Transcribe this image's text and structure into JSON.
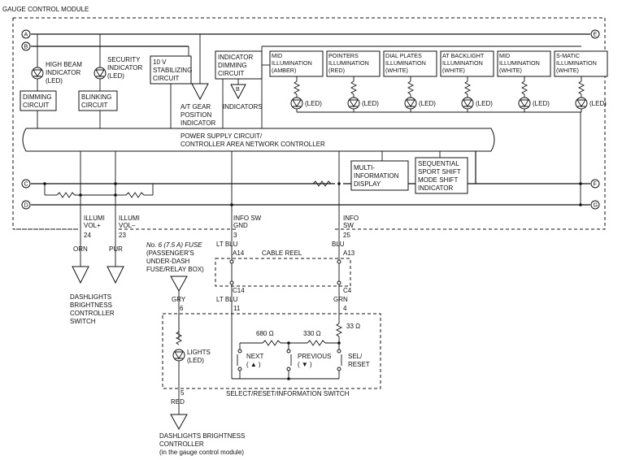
{
  "title": "GAUGE CONTROL MODULE",
  "nodes": {
    "A": "A",
    "B": "B",
    "C": "C",
    "D": "D",
    "E": "E",
    "F": "F",
    "G": "G"
  },
  "left_indicators": [
    {
      "lines": [
        "HIGH BEAM",
        "INDICATOR",
        "(LED)"
      ]
    },
    {
      "lines": [
        "SECURITY",
        "INDICATOR",
        "(LED)"
      ]
    }
  ],
  "dimming_circuit": [
    "DIMMING",
    "CIRCUIT"
  ],
  "blinking_circuit": [
    "BLINKING",
    "CIRCUIT"
  ],
  "stabilizing_circuit": [
    "10 V",
    "STABILIZING",
    "CIRCUIT"
  ],
  "indicator_dimming": [
    "INDICATOR",
    "DIMMING",
    "CIRCUIT"
  ],
  "at_gear": [
    "A/T GEAR",
    "POSITION",
    "INDICATOR"
  ],
  "indicators_label": "INDICATORS",
  "tri_b_label": "B",
  "illuminations": [
    {
      "lines": [
        "MID",
        "ILLUMINATION",
        "(AMBER)"
      ],
      "led": "(LED)"
    },
    {
      "lines": [
        "POINTERS",
        "ILLUMINATION",
        "(RED)"
      ],
      "led": "(LED)"
    },
    {
      "lines": [
        "DIAL PLATES",
        "ILLUMINATION",
        "(WHITE)"
      ],
      "led": "(LED)"
    },
    {
      "lines": [
        "AT BACKLIGHT",
        "ILLUMINATION",
        "(WHITE)"
      ],
      "led": "(LED)"
    },
    {
      "lines": [
        "MID",
        "ILLUMINATION",
        "(WHITE)"
      ],
      "led": "(LED)"
    },
    {
      "lines": [
        "S-MATIC",
        "ILLUMINATION",
        "(WHITE)"
      ],
      "led": "(LED)"
    }
  ],
  "power_supply": [
    "POWER SUPPLY CIRCUIT/",
    "CONTROLLER AREA NETWORK CONTROLLER"
  ],
  "multi_info": [
    "MULTI-",
    "INFORMATION",
    "DISPLAY"
  ],
  "sequential": [
    "SEQUENTIAL",
    "SPORT SHIFT",
    "MODE SHIFT",
    "INDICATOR"
  ],
  "pins": {
    "illumi_plus": {
      "name": [
        "ILLUMI",
        "VOL+"
      ],
      "num": "24",
      "wire": "ORN"
    },
    "illumi_minus": {
      "name": [
        "ILLUMI",
        "VOL–"
      ],
      "num": "23",
      "wire": "PUR"
    },
    "info_gnd": {
      "name": [
        "INFO SW",
        "GND"
      ],
      "num": "3",
      "wire": "LT BLU"
    },
    "info_sw": {
      "name": [
        "INFO",
        "SW"
      ],
      "num": "25",
      "wire": "BLU"
    }
  },
  "fuse": [
    "No. 6 (7.5 A) FUSE",
    "(PASSENGER'S",
    "UNDER-DASH",
    "FUSE/RELAY BOX)"
  ],
  "cable_reel": {
    "label": "CABLE REEL",
    "a14": "A14",
    "a13": "A13",
    "c14": "C14",
    "c4": "C4"
  },
  "lower_wires": {
    "gry": "GRY",
    "ltblu": "LT BLU",
    "grn": "GRN"
  },
  "lower_pins": {
    "p6": "6",
    "p11": "11",
    "p4": "4",
    "p5": "5"
  },
  "dashlights_switch": [
    "DASHLIGHTS",
    "BRIGHTNESS",
    "CONTROLLER",
    "SWITCH"
  ],
  "switch": {
    "r680": "680 Ω",
    "r330": "330 Ω",
    "r33": "33 Ω",
    "next": [
      "NEXT",
      "( ▲ )"
    ],
    "previous": [
      "PREVIOUS",
      "( ▼ )"
    ],
    "sel": [
      "SEL/",
      "RESET"
    ],
    "lights": [
      "LIGHTS",
      "(LED)"
    ],
    "red": "RED",
    "label": "SELECT/RESET/INFORMATION SWITCH"
  },
  "dashlights_controller": [
    "DASHLIGHTS BRIGHTNESS",
    "CONTROLLER",
    "(in the gauge control module)"
  ]
}
